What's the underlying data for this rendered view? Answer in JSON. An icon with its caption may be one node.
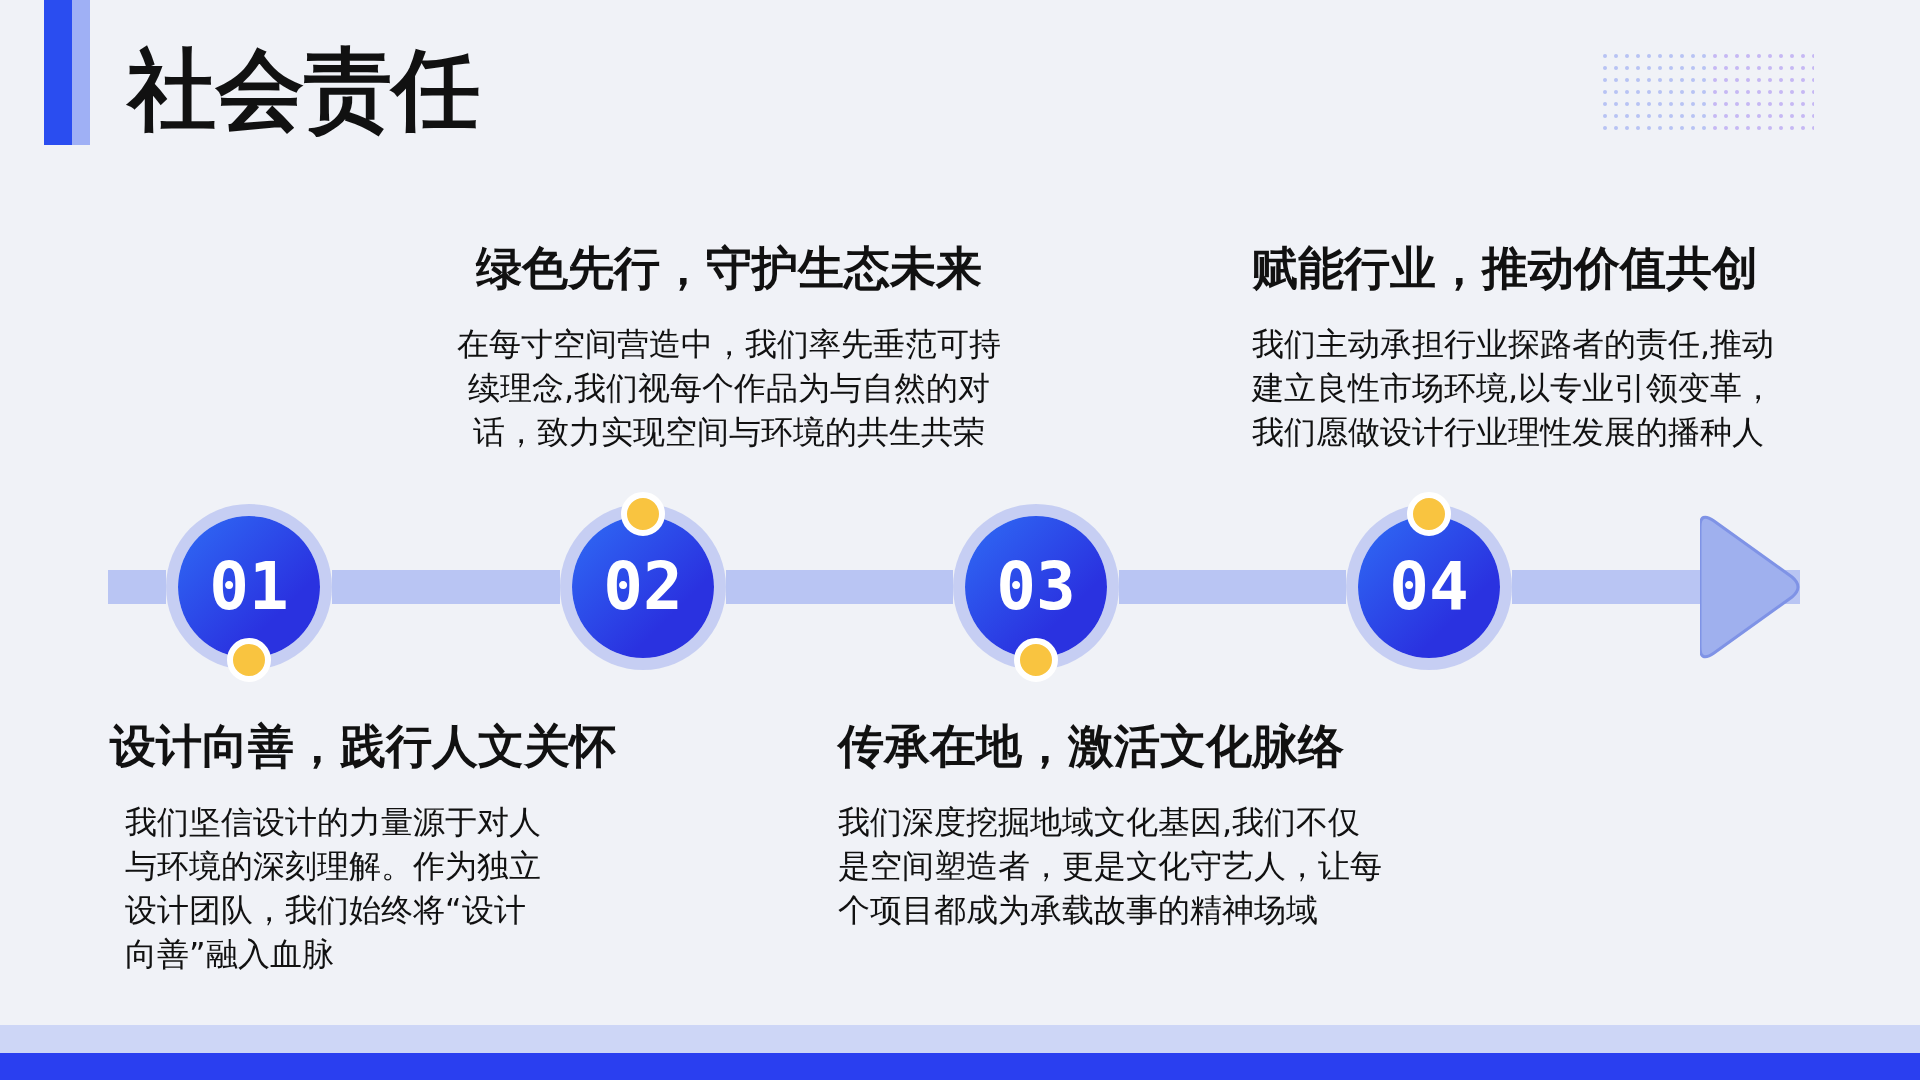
{
  "diagram": {
    "title": "社会责任",
    "nodes": [
      {
        "text": [
          "01"
        ],
        "beside": [
          "设计向善，践行人文关怀",
          "我们坚信设计的力量源于对人与环境的深刻理解。作为独立设计团队，我们始终将“设计向善”融入血脉"
        ]
      },
      {
        "text": [
          "02"
        ],
        "beside": [
          "绿色先行，守护生态未来",
          "在每寸空间营造中，我们率先垂范可持续理念,我们视每个作品为与自然的对话，致力实现空间与环境的共生共荣"
        ]
      },
      {
        "text": [
          "03"
        ],
        "beside": [
          "传承在地，激活文化脉络",
          "我们深度挖掘地域文化基因,我们不仅是空间塑造者，更是文化守艺人，让每个项目都成为承载故事的精神场域"
        ]
      },
      {
        "text": [
          "04"
        ],
        "beside": [
          "赋能行业，推动价值共创",
          "我们主动承担行业探路者的责任,推动建立良性市场环境,以专业引领变革，我们愿做设计行业理性发展的播种人"
        ]
      }
    ],
    "edges": [
      {
        "from": null,
        "to": 0,
        "arrow": "none"
      },
      {
        "from": 0,
        "to": 1,
        "arrow": "none"
      },
      {
        "from": 1,
        "to": 2,
        "arrow": "none"
      },
      {
        "from": 2,
        "to": 3,
        "arrow": "none"
      },
      {
        "from": 3,
        "to": null,
        "arrow": "to"
      }
    ]
  }
}
